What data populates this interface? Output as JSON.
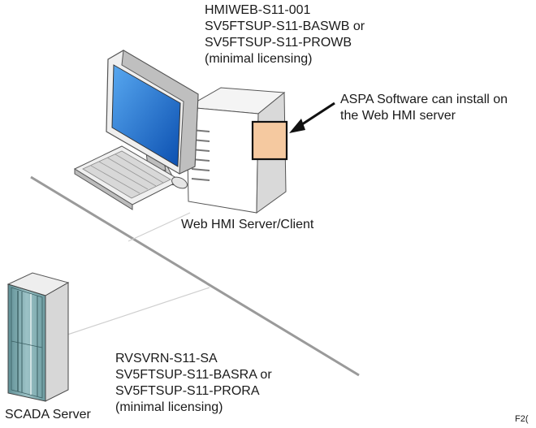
{
  "labels": {
    "web_hmi_licensing": [
      "HMIWEB-S11-001",
      "SV5FTSUP-S11-BASWB or",
      "SV5FTSUP-S11-PROWB",
      "(minimal licensing)"
    ],
    "aspa_note": [
      "ASPA Software can install on",
      "the Web HMI server"
    ],
    "web_hmi_server": "Web HMI Server/Client",
    "scada_licensing": [
      "RVSVRN-S11-SA",
      "SV5FTSUP-S11-BASRA or",
      "SV5FTSUP-S11-PRORA",
      "(minimal licensing)"
    ],
    "scada_server": "SCADA Server",
    "figure_id": "F2("
  },
  "colors": {
    "network_line": "#9a9a9a",
    "aspa_box": "#f5c9a0",
    "device_light": "#f2f2f2",
    "device_mid": "#c9c9c9",
    "device_dark": "#8c8c8c",
    "screen": "#1f6fd1",
    "scada_teal": "#7aa6ab"
  }
}
